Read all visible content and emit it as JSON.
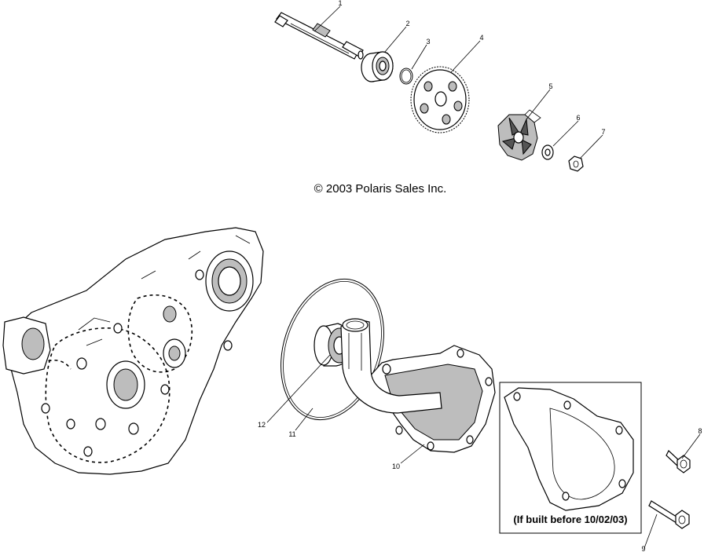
{
  "copyright": "© 2003 Polaris Sales Inc.",
  "note": "(If built before 10/02/03)",
  "callouts": {
    "c1_shaft": "1",
    "c2_bearing": "2",
    "c3_ring": "3",
    "c4_gear": "4",
    "c5_impeller": "5",
    "c6_washer": "6",
    "c7_nut": "7",
    "c8_bolt": "8",
    "c9_bolt": "9",
    "c10_pump_cover": "10",
    "c11_oring": "11",
    "c12_seal": "12"
  }
}
